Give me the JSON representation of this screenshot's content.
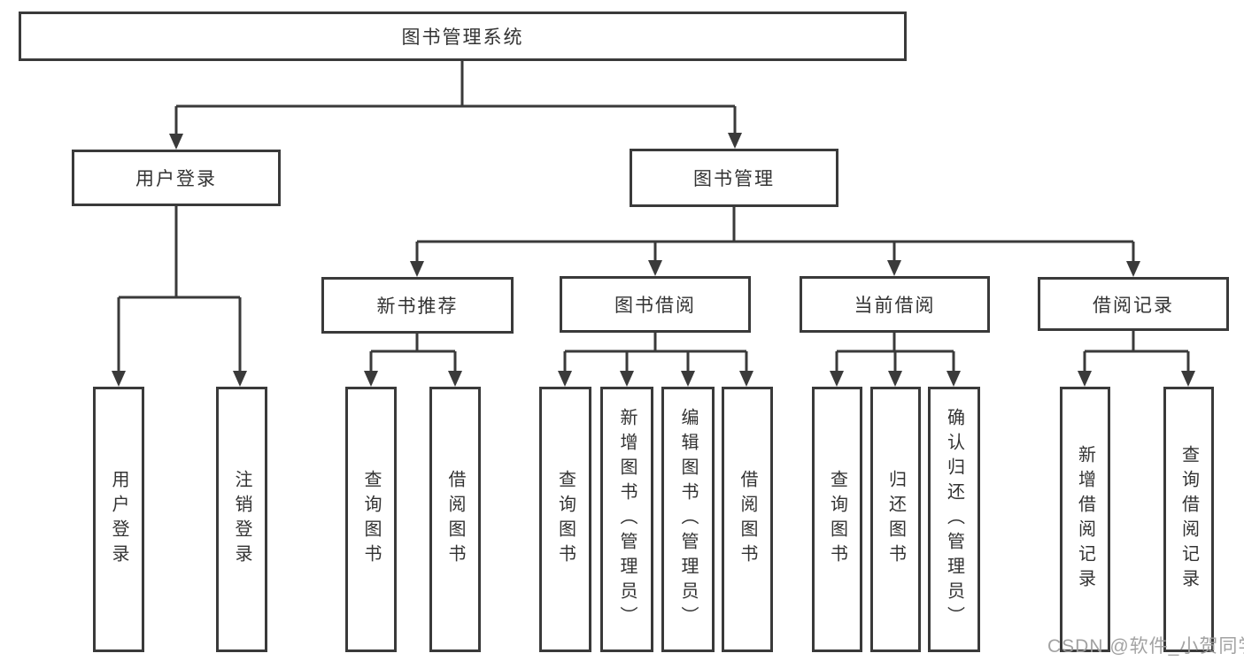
{
  "diagram": {
    "root": {
      "label": "图书管理系统"
    },
    "level1": [
      {
        "label": "用户登录"
      },
      {
        "label": "图书管理"
      }
    ],
    "level2": [
      {
        "label": "新书推荐"
      },
      {
        "label": "图书借阅"
      },
      {
        "label": "当前借阅"
      },
      {
        "label": "借阅记录"
      }
    ],
    "leaves": {
      "user_login": [
        "用户登录",
        "注销登录"
      ],
      "new_book": [
        "查询图书",
        "借阅图书"
      ],
      "book_borrow": [
        "查询图书",
        "新增图书（管理员）",
        "编辑图书（管理员）",
        "借阅图书"
      ],
      "current_borrow": [
        "查询图书",
        "归还图书",
        "确认归还（管理员）"
      ],
      "borrow_record": [
        "新增借阅记录",
        "查询借阅记录"
      ]
    }
  },
  "watermark": "CSDN @软件_小贺同学",
  "colors": {
    "line": "#3a3a3a",
    "text": "#333333",
    "watermark": "#9e9e9e",
    "background": "#ffffff"
  }
}
